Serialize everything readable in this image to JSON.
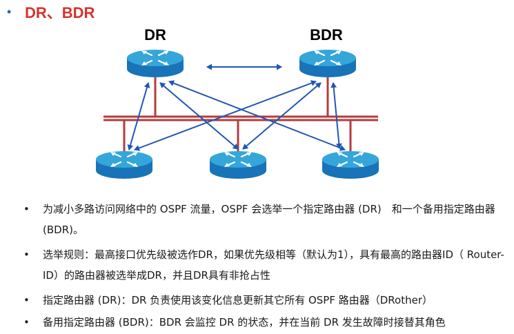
{
  "title": {
    "bullet": "•",
    "text": "DR、BDR"
  },
  "diagram": {
    "routers": [
      {
        "label": "DR",
        "role": "dr"
      },
      {
        "label": "BDR",
        "role": "bdr"
      },
      {
        "label": "",
        "role": "drother"
      },
      {
        "label": "",
        "role": "drother"
      },
      {
        "label": "",
        "role": "drother"
      }
    ],
    "colors": {
      "router_top": "#35A6DA",
      "router_side": "#1873B8",
      "bus": "#B53B3B",
      "arrow": "#1F56B4"
    }
  },
  "bullets": [
    "为减小多路访问网络中的 OSPF 流量，OSPF 会选举一个指定路由器 (DR)　和一个备用指定路由器 (BDR)。",
    "选举规则：最高接口优先级被选作DR，如果优先级相等（默认为1），具有最高的路由器ID（ Router-ID）的路由器被选举成DR，并且DR具有非抢占性",
    "指定路由器 (DR)：DR 负责使用该变化信息更新其它所有 OSPF 路由器（DRother）",
    "备用指定路由器 (BDR)：BDR 会监控 DR 的状态，并在当前 DR 发生故障时接替其角色"
  ]
}
